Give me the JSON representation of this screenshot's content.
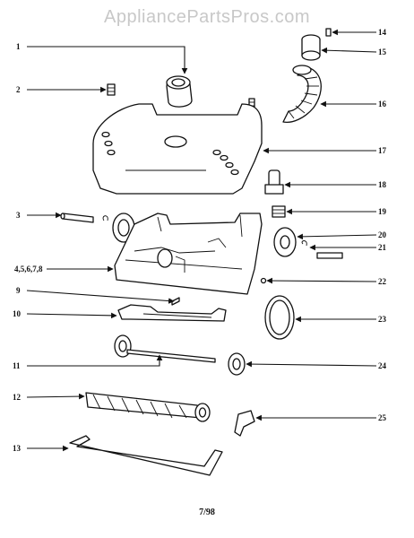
{
  "watermark": "AppliancePartsPros.com",
  "footer": "7/98",
  "callouts": {
    "n1": "1",
    "n2": "2",
    "n3": "3",
    "n4": "4,5,6,7,8",
    "n9": "9",
    "n10": "10",
    "n11": "11",
    "n12": "12",
    "n13": "13",
    "n14": "14",
    "n15": "15",
    "n16": "16",
    "n17": "17",
    "n18": "18",
    "n19": "19",
    "n20": "20",
    "n21": "21",
    "n22": "22",
    "n23": "23",
    "n24": "24",
    "n25": "25"
  }
}
